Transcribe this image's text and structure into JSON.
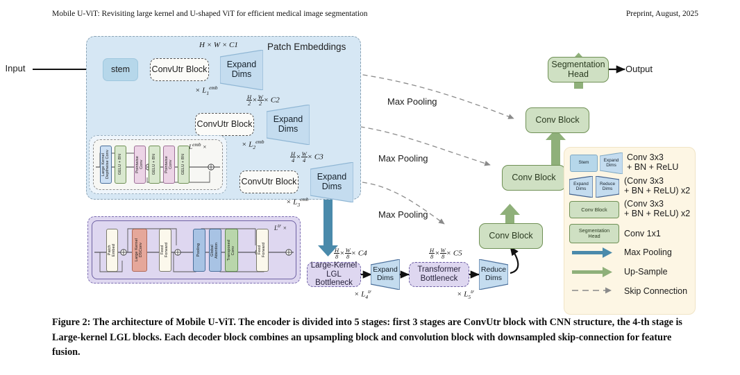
{
  "header": {
    "left": "Mobile U-ViT: Revisiting large kernel and U-shaped ViT for efficient medical image segmentation",
    "right": "Preprint, August, 2025"
  },
  "figure": {
    "title": "Patch Embeddings",
    "io": {
      "input": "Input",
      "output": "Output"
    },
    "encoder": {
      "stem": "stem",
      "stages": [
        {
          "block": "ConvUtr Block",
          "proj": "Expand\nDims",
          "shape": "H × W × C1",
          "repeat": "L₁emb"
        },
        {
          "block": "ConvUtr Block",
          "proj": "Expand\nDims",
          "shape": "H/2 × W/2 × C2",
          "repeat": "L₂emb"
        },
        {
          "block": "ConvUtr Block",
          "proj": "Expand\nDims",
          "shape": "H/4 × W/4 × C3",
          "repeat": "L₃emb"
        }
      ],
      "bottleneck": [
        {
          "block": "Large-Kernel LGL\nBottleneck",
          "proj": "Expand\nDims",
          "shape": "H/8 × W/8 × C4",
          "repeat": "L₄tr"
        },
        {
          "block": "Transformer\nBottleneck",
          "proj": "Reduce\nDims",
          "shape": "H/8 × W/8 × C5",
          "repeat": "L₅tr"
        }
      ]
    },
    "convutr_detail": {
      "repeat_label": "Lemb ×",
      "items": [
        "Large Kernel\nDepthwise Conv",
        "GELU + BN",
        "Pointwise\nConv",
        "GELU + BN",
        "Pointwise\nConv",
        "GELU + BN"
      ]
    },
    "lgl_detail": {
      "repeat_label": "Ltr ×",
      "items": [
        "Patch\nEmbed",
        "Large Kernel\nDSConv",
        "Feed\nForward",
        "Pooling",
        "Global\nAttention",
        "Transposed\nConv",
        "Feed\nForward"
      ]
    },
    "decoder": {
      "conv_blocks": [
        "Conv Block",
        "Conv Block",
        "Conv Block"
      ],
      "segmentation_head": "Segmentation\nHead"
    },
    "skip_labels": [
      "Max Pooling",
      "Max Pooling",
      "Max Pooling"
    ],
    "legend": {
      "rows": [
        {
          "chips": [
            "Stem",
            "Expand\nDims"
          ],
          "text": "Conv 3x3\n+ BN + ReLU"
        },
        {
          "chips": [
            "Expand\nDims",
            "Reduce\nDims"
          ],
          "text": "(Conv 3x3\n+ BN + ReLU) x2"
        },
        {
          "chips": [
            "Conv Block"
          ],
          "text": "(Conv 3x3\n+ BN + ReLU) x2"
        },
        {
          "chips": [
            "Segmentation\nHead"
          ],
          "text": "Conv 1x1"
        },
        {
          "chips": [
            "arrow-maxpool"
          ],
          "text": "Max Pooling"
        },
        {
          "chips": [
            "arrow-upsample"
          ],
          "text": "Up-Sample"
        },
        {
          "chips": [
            "arrow-skip"
          ],
          "text": "Skip Connection"
        }
      ]
    },
    "colors": {
      "panel_embedding": "#d6e7f4",
      "stem_blue": "#b6d7ea",
      "trapezoid_blue": "#c4dcef",
      "conv_block_green": "#cfe0c3",
      "conv_block_border": "#6f9055",
      "bottleneck_purple": "#ded7f0",
      "maxpool_arrow": "#4a8aab",
      "upsample_arrow": "#8fb07a",
      "skip_dash": "#8a8a8a",
      "legend_bg": "#fdf6e4"
    }
  },
  "caption": "Figure 2: The architecture of Mobile U-ViT. The encoder is divided into 5 stages: first 3 stages are ConvUtr block with CNN structure, the 4-th stage is Large-kernel LGL blocks. Each decoder block combines an upsampling block and convolution block with downsampled skip-connection for feature fusion."
}
